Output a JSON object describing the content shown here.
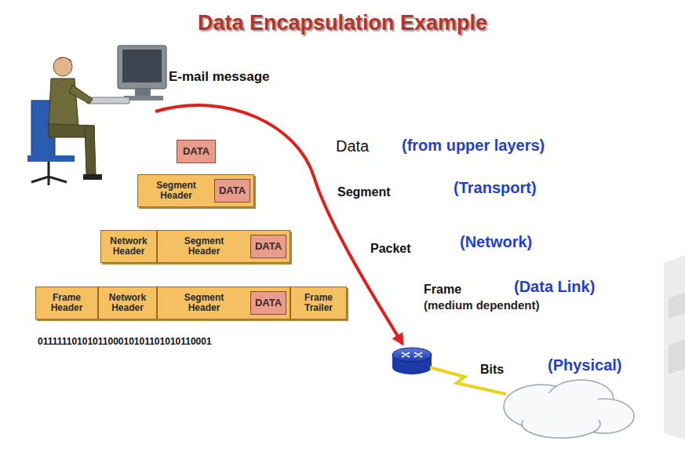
{
  "diagram": {
    "title": "Data Encapsulation Example",
    "nodes": [
      {
        "text": [
          "DATA"
        ]
      },
      {
        "text": [
          "Segment Header"
        ]
      },
      {
        "text": [
          "DATA"
        ],
        "in": 1
      },
      {
        "text": [
          "Network Header"
        ]
      },
      {
        "text": [
          "Segment Header"
        ]
      },
      {
        "text": [
          "DATA"
        ],
        "in": 4
      },
      {
        "text": [
          "Frame Header"
        ]
      },
      {
        "text": [
          "Network Header"
        ]
      },
      {
        "text": [
          "Segment Header"
        ]
      },
      {
        "text": [
          "DATA"
        ],
        "in": 8
      },
      {
        "text": [
          "Frame Trailer"
        ]
      }
    ],
    "labels": [
      "E-mail message",
      "Data",
      "(from upper layers)",
      "Segment",
      "(Transport)",
      "Packet",
      "(Network)",
      "Frame",
      "(Data Link)",
      "(medium dependent)",
      "0111111010101100010101101010110001",
      "Bits",
      "(Physical)"
    ]
  }
}
